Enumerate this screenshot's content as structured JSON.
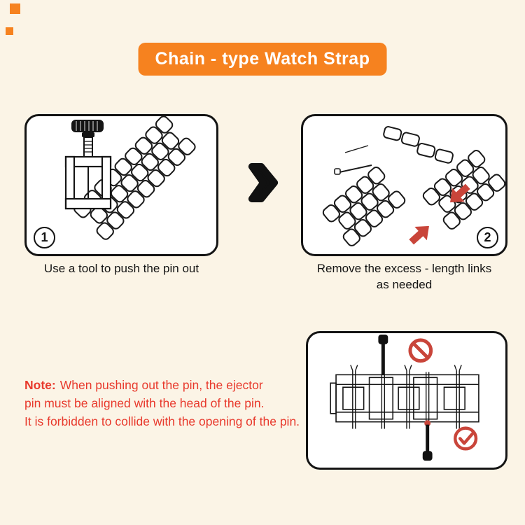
{
  "title": "Chain - type Watch Strap",
  "colors": {
    "background": "#FBF4E6",
    "panel_background": "#FFFFFF",
    "banner_orange": "#F6821F",
    "outline_black": "#141414",
    "note_red": "#E8392C",
    "arrow_red": "#C9453A"
  },
  "steps": [
    {
      "number": "1",
      "caption_lines": [
        "Use a tool to push the pin out"
      ],
      "illustration": "link-remover-tool-pushing-pin"
    },
    {
      "number": "2",
      "caption_lines": [
        "Remove the excess - length links",
        "as needed"
      ],
      "illustration": "separated-band-links-with-red-arrows"
    }
  ],
  "between_steps_icon": "chevron-right-icon",
  "note": {
    "label": "Note:",
    "lines": [
      "When pushing out the pin, the ejector",
      "pin must be aligned with the head of the pin.",
      "It is forbidden to collide with the opening of the pin."
    ]
  },
  "alignment_panel": {
    "illustration": "pin-alignment-cross-section",
    "wrong_icon": "prohibition-icon",
    "correct_icon": "check-icon"
  }
}
